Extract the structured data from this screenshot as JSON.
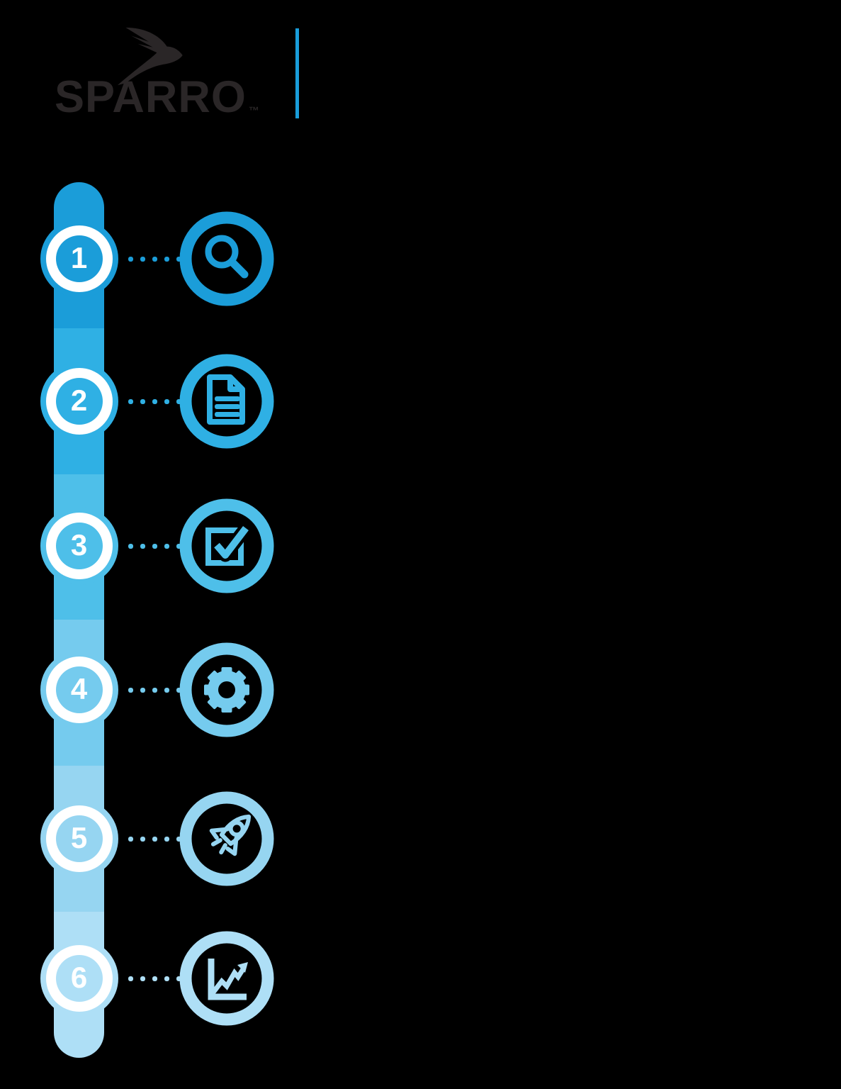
{
  "header": {
    "brand": "SPARRO",
    "trademark": "™"
  },
  "colors": {
    "background": "#000000",
    "logo_ink": "#2a2627",
    "divider_accent": "#199dda",
    "ring_white": "#ffffff"
  },
  "timeline": {
    "steps": [
      {
        "number": "1",
        "icon": "search-icon",
        "color": "#1b9dd9"
      },
      {
        "number": "2",
        "icon": "document-icon",
        "color": "#2fb0e4"
      },
      {
        "number": "3",
        "icon": "checkbox-icon",
        "color": "#4ebfe9"
      },
      {
        "number": "4",
        "icon": "gear-icon",
        "color": "#75cbee"
      },
      {
        "number": "5",
        "icon": "rocket-icon",
        "color": "#96d5f1"
      },
      {
        "number": "6",
        "icon": "chart-icon",
        "color": "#aedff6"
      }
    ]
  }
}
